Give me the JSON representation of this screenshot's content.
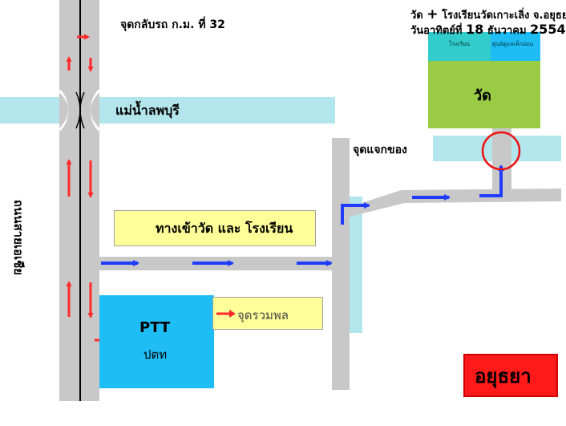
{
  "title": {
    "line1_prefix": "วัด",
    "plus": "+",
    "line1_rest": "โรงเรียนวัดเกาะเลิ่ง จ.อยุธยา",
    "line2_prefix": "วันอาทิตย์ที่",
    "day": "18",
    "month": "ธันวาคม",
    "year": "2554"
  },
  "labels": {
    "bus_stop": "จุดกลับรถ ก.ม. ที่ 32",
    "river": "แม่น้ำลพบุรี",
    "highway": "ถนนสายเอเชีย",
    "distribution_point": "จุดแจกของ",
    "school_block": "โรงเรียน",
    "childcare_block": "ศูนย์ดูแลเด็กอ่อน",
    "temple_block": "วัด",
    "legend_route": "ทางเข้าวัด และ โรงเรียน",
    "meeting_point": "จุดรวมพล",
    "ptt_name": "PTT",
    "ptt_thai": "ปตท",
    "province": "อยุธยา"
  },
  "colors": {
    "road": "#c8c8c8",
    "river": "#b3e6ec",
    "route_arrow": "#1f3cff",
    "traffic_arrow": "#ff2a2a",
    "ptt": "#1fbdf5",
    "temple": "#99cc44",
    "school": "#33cccc",
    "legend_bg": "#ffff99"
  }
}
